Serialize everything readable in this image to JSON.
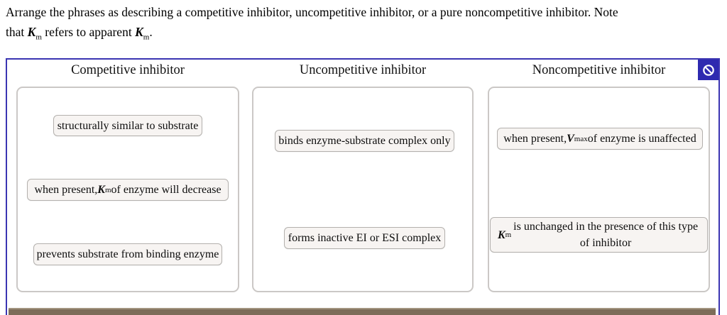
{
  "instructions": {
    "lines": [
      [
        "Arrange the phrases as describing a competitive inhibitor, uncompetitive inhibitor, or a pure noncompetitive inhibitor. Note"
      ],
      [
        "that ",
        {
          "i": "K"
        },
        {
          "sub": "m"
        },
        " refers to apparent ",
        {
          "i": "K"
        },
        {
          "sub": "m"
        },
        "."
      ]
    ]
  },
  "toolbar": {
    "icon": "prohibition-icon"
  },
  "colors": {
    "board_border": "#3b35b2",
    "icon_background": "#2e2ab0",
    "chip_background": "#f7f4f2",
    "dropzone_border": "#cbc8c6",
    "bottom_bar": "#7d6c59"
  },
  "columns": [
    {
      "header": "Competitive inhibitor",
      "chips": [
        {
          "text": [
            "structurally similar to substrate"
          ]
        },
        {
          "text": [
            "when present, ",
            {
              "i": "K"
            },
            {
              "sub": "m"
            },
            " of enzyme will decrease"
          ]
        },
        {
          "text": [
            "prevents substrate from binding enzyme"
          ]
        }
      ]
    },
    {
      "header": "Uncompetitive inhibitor",
      "chips": [
        {
          "text": [
            "binds enzyme-substrate complex only"
          ]
        },
        {
          "text": [
            "forms inactive EI or ESI complex"
          ]
        }
      ]
    },
    {
      "header": "Noncompetitive inhibitor",
      "chips": [
        {
          "text": [
            "when present, ",
            {
              "i": "V"
            },
            {
              "sub": "max"
            },
            " of enzyme is unaffected"
          ]
        },
        {
          "text": [
            {
              "i": "K"
            },
            {
              "sub": "m"
            },
            " is unchanged in the presence of this type of inhibitor"
          ]
        }
      ]
    }
  ]
}
